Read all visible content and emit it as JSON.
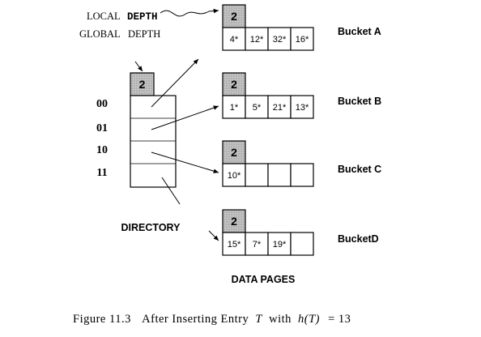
{
  "labels": {
    "local": "LOCAL",
    "depth_local": "DEPTH",
    "global": "GLOBAL",
    "depth_global": "DEPTH"
  },
  "directory": {
    "global_depth": "2",
    "entries": [
      "00",
      "01",
      "10",
      "11"
    ],
    "label": "DIRECTORY"
  },
  "buckets": [
    {
      "name": "Bucket A",
      "local_depth": "2",
      "entries": [
        "4*",
        "12*",
        "32*",
        "16*"
      ]
    },
    {
      "name": "Bucket B",
      "local_depth": "2",
      "entries": [
        "1*",
        "5*",
        "21*",
        "13*"
      ]
    },
    {
      "name": "Bucket C",
      "local_depth": "2",
      "entries": [
        "10*",
        "",
        "",
        ""
      ]
    },
    {
      "name": "BucketD",
      "local_depth": "2",
      "entries": [
        "15*",
        "7*",
        "19*",
        ""
      ]
    }
  ],
  "data_pages_label": "DATA PAGES",
  "caption": {
    "figure": "Figure 11.3",
    "text": "After Inserting Entry",
    "var": "T",
    "with": "with",
    "func": "h(T)",
    "eq": "= 13"
  },
  "colors": {
    "depth_fill": "#b8b8b8",
    "line": "#000000"
  }
}
